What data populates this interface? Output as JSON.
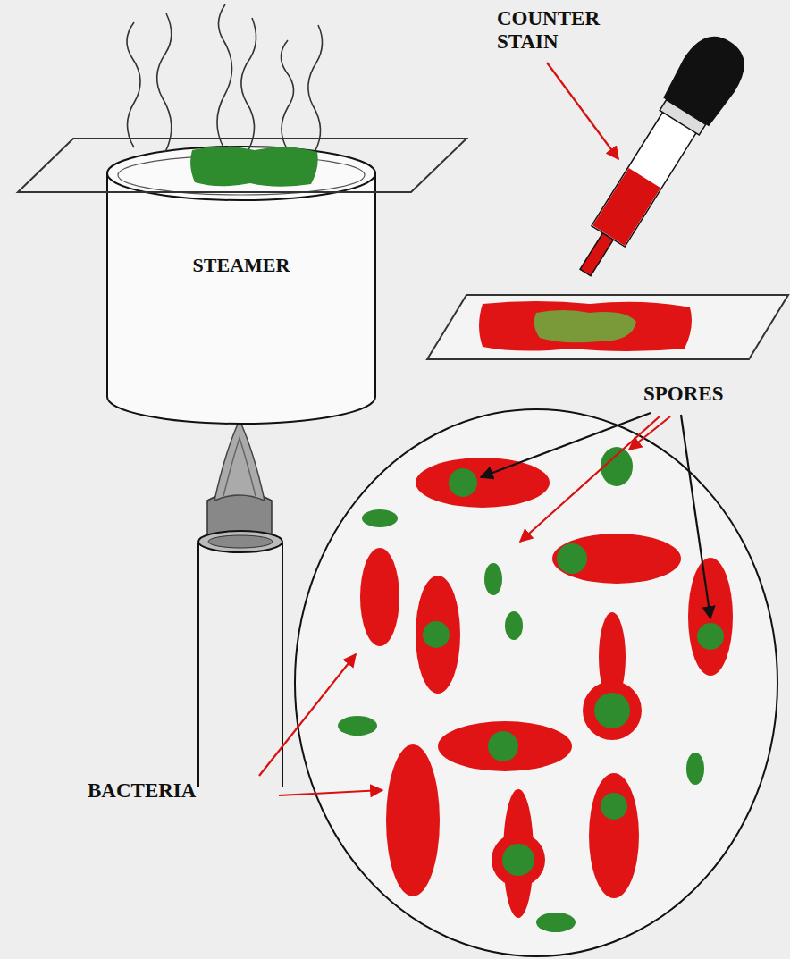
{
  "diagram": {
    "nodes": [
      {
        "text": [
          "STEAMER"
        ]
      }
    ],
    "labels": [
      "COUNTER STAIN",
      "SPORES",
      "BACTERIA"
    ]
  }
}
